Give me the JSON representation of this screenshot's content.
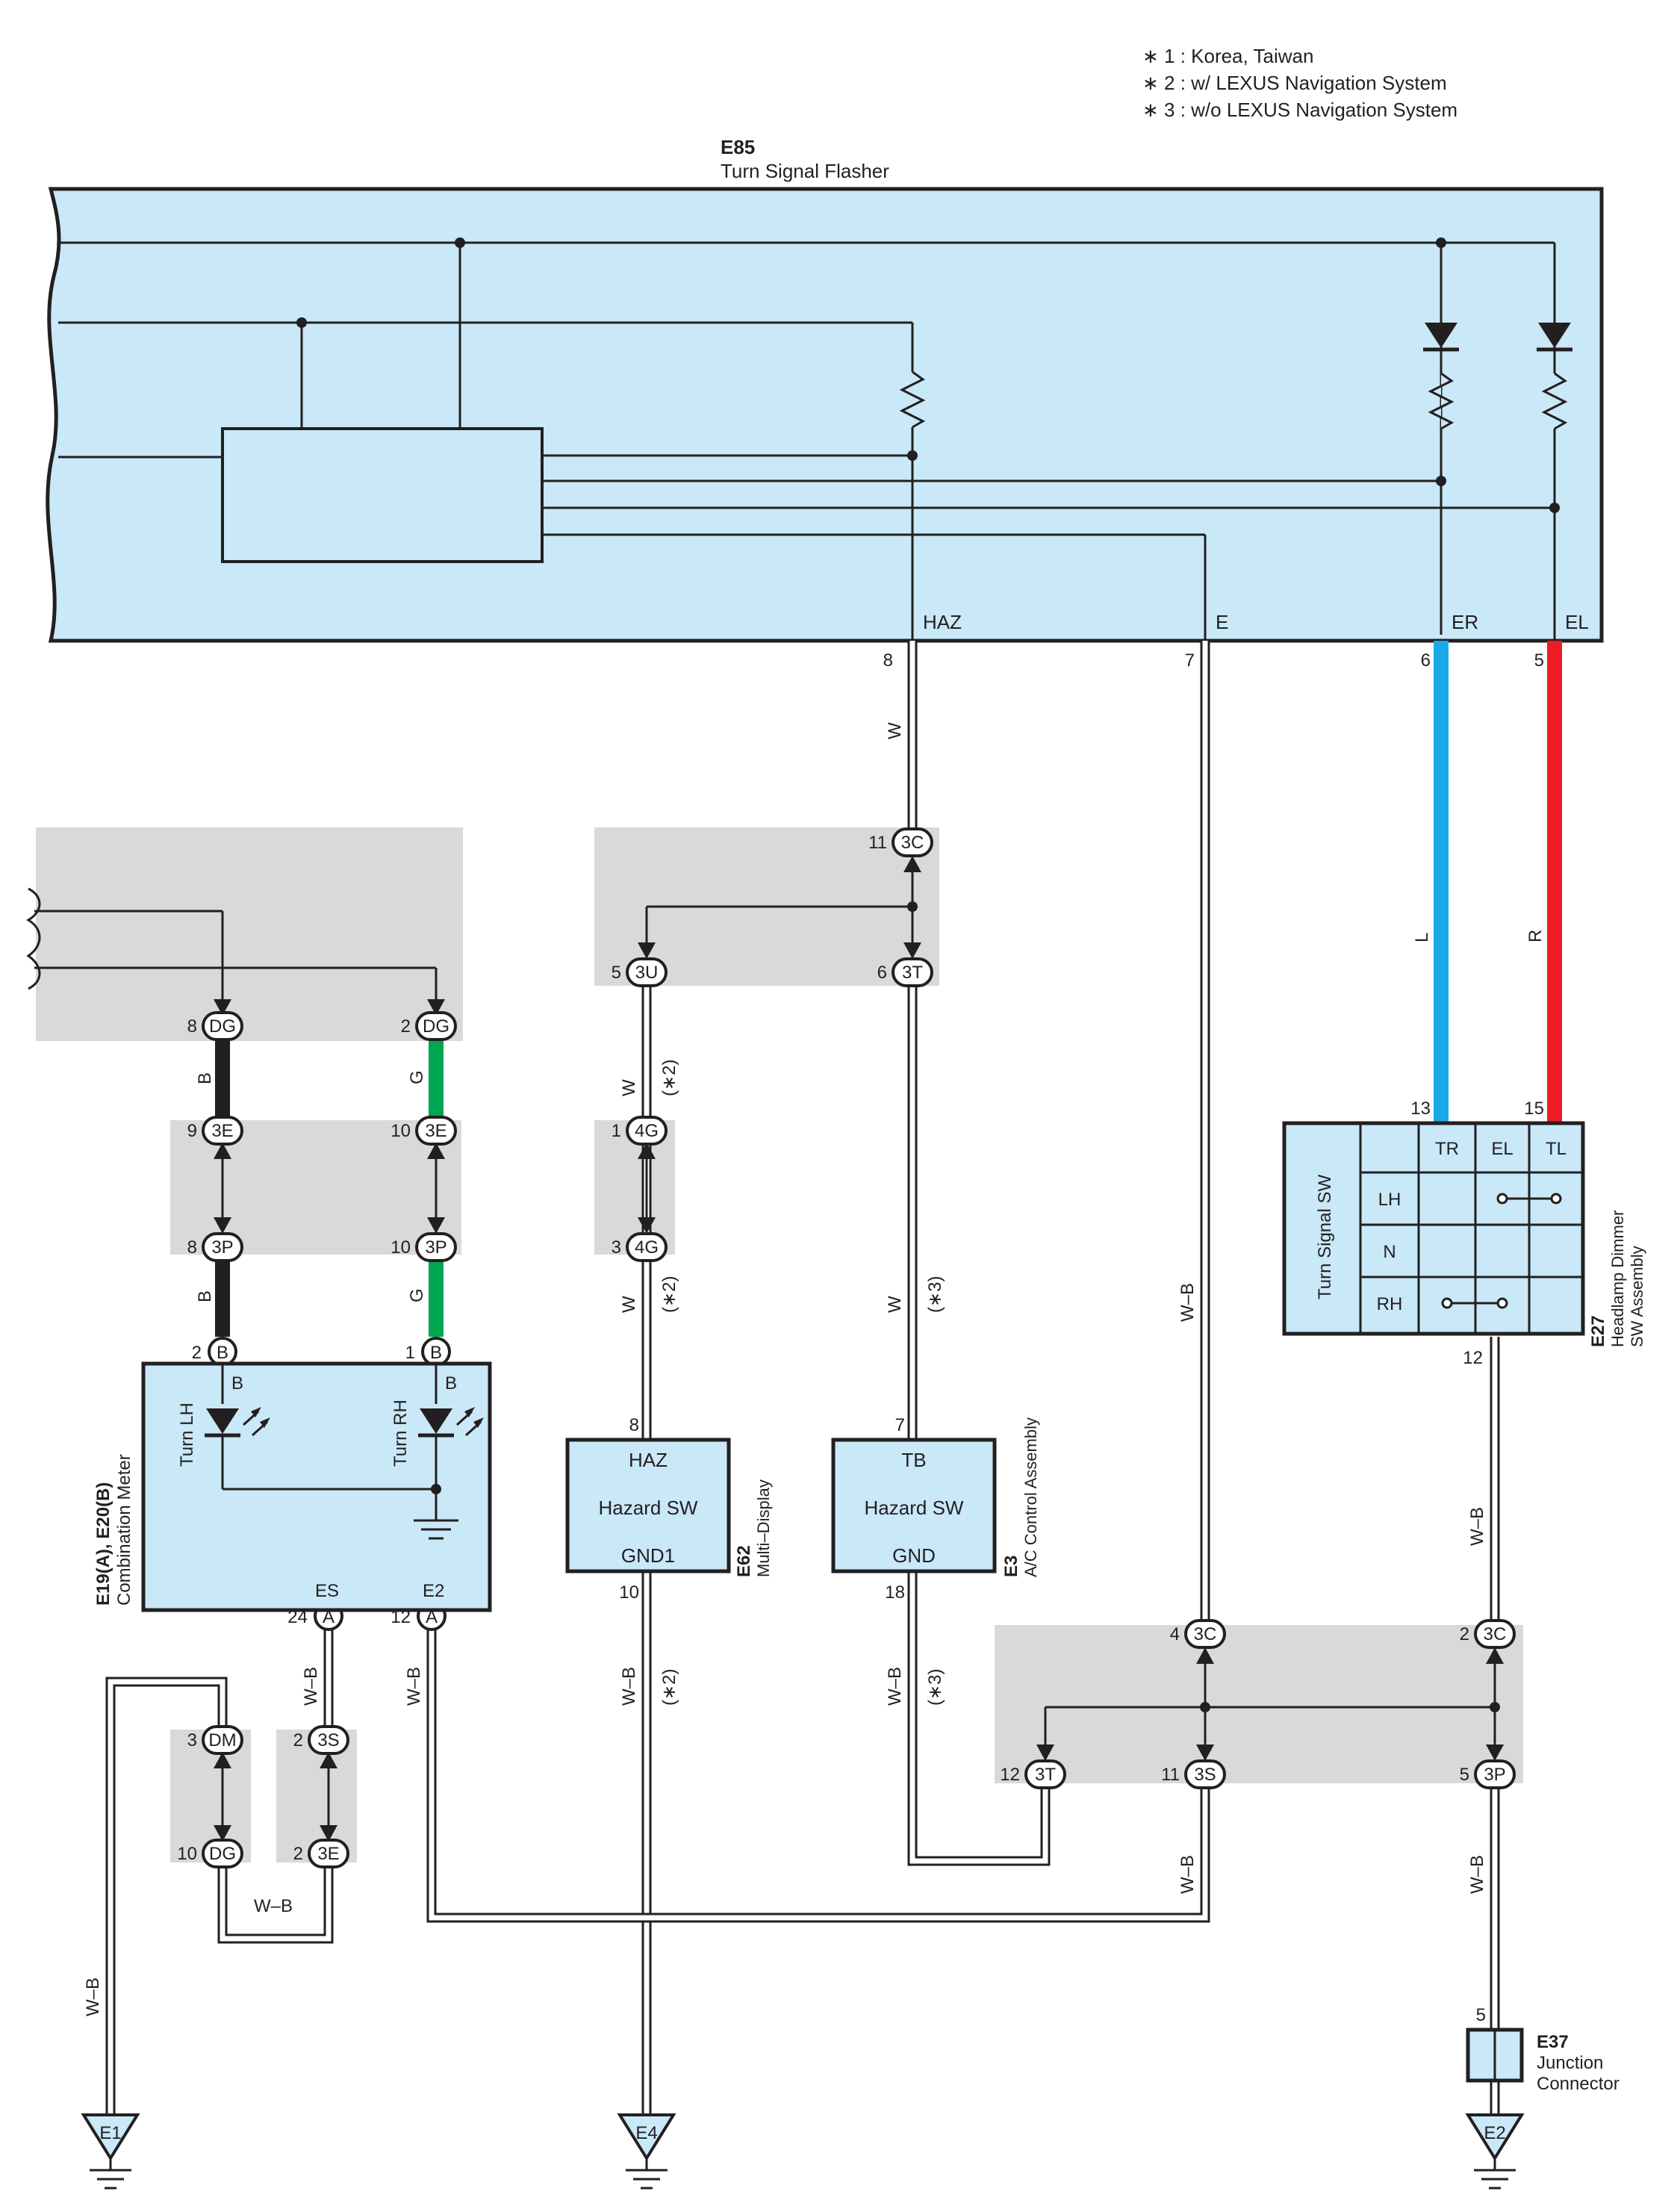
{
  "notes": [
    "∗ 1 : Korea,  Taiwan",
    "∗ 2 : w/ LEXUS Navigation System",
    "∗ 3 : w/o LEXUS Navigation System"
  ],
  "flasher": {
    "code": "E85",
    "name": "Turn Signal Flasher",
    "terminals": {
      "haz": "HAZ",
      "e": "E",
      "er": "ER",
      "el": "EL"
    },
    "pins": {
      "haz": "8",
      "e": "7",
      "er": "6",
      "el": "5"
    }
  },
  "wire_colors": {
    "W": "W",
    "L": "L",
    "R": "R",
    "B": "B",
    "G": "G",
    "WB": "W–B",
    "n1": "(∗2)",
    "n2": "(∗3)"
  },
  "colors": {
    "blue_wire": "#1aabe6",
    "red_wire": "#ee1c25",
    "green_wire": "#00a54f",
    "component_fill": "#c9e8f8",
    "junction_gray": "#d9d9db"
  },
  "connectors": {
    "c3C_top": {
      "code": "3C",
      "pin": "11"
    },
    "c3U": {
      "code": "3U",
      "pin": "5"
    },
    "c3T_top": {
      "code": "3T",
      "pin": "6"
    },
    "cDG8": {
      "code": "DG",
      "pin": "8"
    },
    "cDG2": {
      "code": "DG",
      "pin": "2"
    },
    "c3E9": {
      "code": "3E",
      "pin": "9"
    },
    "c3E10": {
      "code": "3E",
      "pin": "10"
    },
    "c3P8": {
      "code": "3P",
      "pin": "8"
    },
    "c3P10": {
      "code": "3P",
      "pin": "10"
    },
    "cB2": {
      "code": "B",
      "pin": "2"
    },
    "cB1": {
      "code": "B",
      "pin": "1"
    },
    "c4G1": {
      "code": "4G",
      "pin": "1"
    },
    "c4G3": {
      "code": "4G",
      "pin": "3"
    },
    "cA24": {
      "code": "A",
      "pin": "24"
    },
    "cA12": {
      "code": "A",
      "pin": "12"
    },
    "cDM3": {
      "code": "DM",
      "pin": "3"
    },
    "cDG10": {
      "code": "DG",
      "pin": "10"
    },
    "c3S2": {
      "code": "3S",
      "pin": "2"
    },
    "c3E2": {
      "code": "3E",
      "pin": "2"
    },
    "c3C4": {
      "code": "3C",
      "pin": "4"
    },
    "c3C2": {
      "code": "3C",
      "pin": "2"
    },
    "c3T12": {
      "code": "3T",
      "pin": "12"
    },
    "c3S11": {
      "code": "3S",
      "pin": "11"
    },
    "c3P5": {
      "code": "3P",
      "pin": "5"
    }
  },
  "meter": {
    "code": "E19(A), E20(B)",
    "name": "Combination Meter",
    "turn_lh": "Turn LH",
    "turn_rh": "Turn RH",
    "b_left": "B",
    "b_right": "B",
    "es": "ES",
    "e2": "E2"
  },
  "multi_display": {
    "code": "E62",
    "name": "Multi–Display",
    "top": "HAZ",
    "mid": "Hazard SW",
    "bottom": "GND1",
    "pin_top": "8",
    "pin_bottom": "10"
  },
  "ac_control": {
    "code": "E3",
    "name": "A/C Control Assembly",
    "top": "TB",
    "mid": "Hazard SW",
    "bottom": "GND",
    "pin_top": "7",
    "pin_bottom": "18"
  },
  "turn_switch": {
    "code": "E27",
    "name_line1": "Headlamp Dimmer",
    "name_line2": "SW Assembly",
    "side_label": "Turn Signal SW",
    "cols": [
      "TR",
      "EL",
      "TL"
    ],
    "rows": [
      "LH",
      "N",
      "RH"
    ],
    "pin_tr": "13",
    "pin_tl": "15",
    "pin_bottom": "12"
  },
  "junction_e37": {
    "code": "E37",
    "name_line1": "Junction",
    "name_line2": "Connector",
    "pin": "5"
  },
  "grounds": {
    "e1": "E1",
    "e4": "E4",
    "e2": "E2"
  }
}
